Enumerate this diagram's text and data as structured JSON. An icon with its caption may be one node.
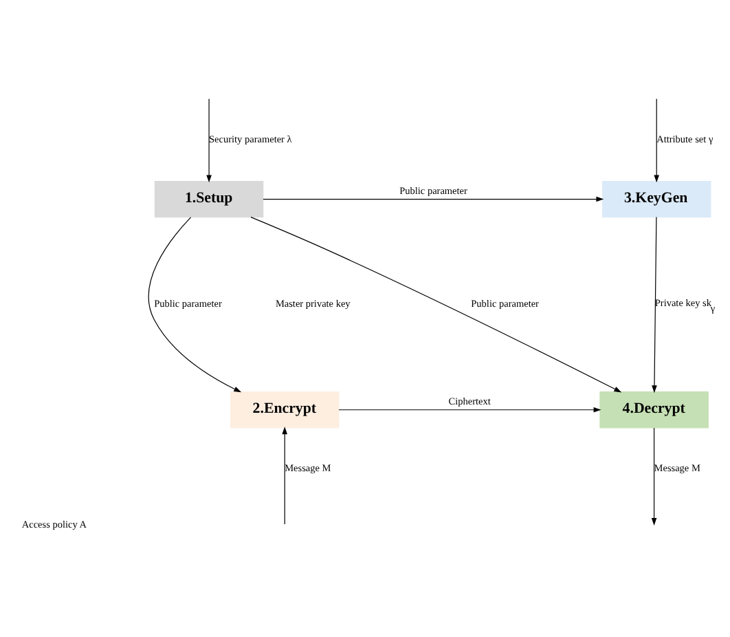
{
  "diagram": {
    "nodes": [
      {
        "text": [
          "1.Setup"
        ]
      },
      {
        "text": [
          "3.KeyGen"
        ]
      },
      {
        "text": [
          "2.Encrypt"
        ]
      },
      {
        "text": [
          "4.Decrypt"
        ]
      }
    ],
    "edges": [
      {
        "from": null,
        "to": 0,
        "arrow": "to",
        "label": "Security parameter λ"
      },
      {
        "from": null,
        "to": 1,
        "arrow": "to",
        "label": "Attribute set γ"
      },
      {
        "from": 0,
        "to": 1,
        "arrow": "to",
        "label": "Public parameter"
      },
      {
        "from": 0,
        "to": 3,
        "arrow": "to",
        "label": "Public parameter"
      },
      {
        "from": 0,
        "to": 2,
        "arrow": "to",
        "label": "Public parameter"
      },
      {
        "from": 1,
        "to": 3,
        "arrow": "to",
        "label": "Private key sk$_{γ}$"
      },
      {
        "from": 2,
        "to": 3,
        "arrow": "to",
        "label": "Ciphertext"
      },
      {
        "from": null,
        "to": 2,
        "arrow": "to",
        "label": "Message M"
      },
      {
        "from": 3,
        "to": null,
        "arrow": "to",
        "label": "Message M"
      }
    ],
    "labels": [
      "Master private key",
      "Access policy A"
    ]
  }
}
